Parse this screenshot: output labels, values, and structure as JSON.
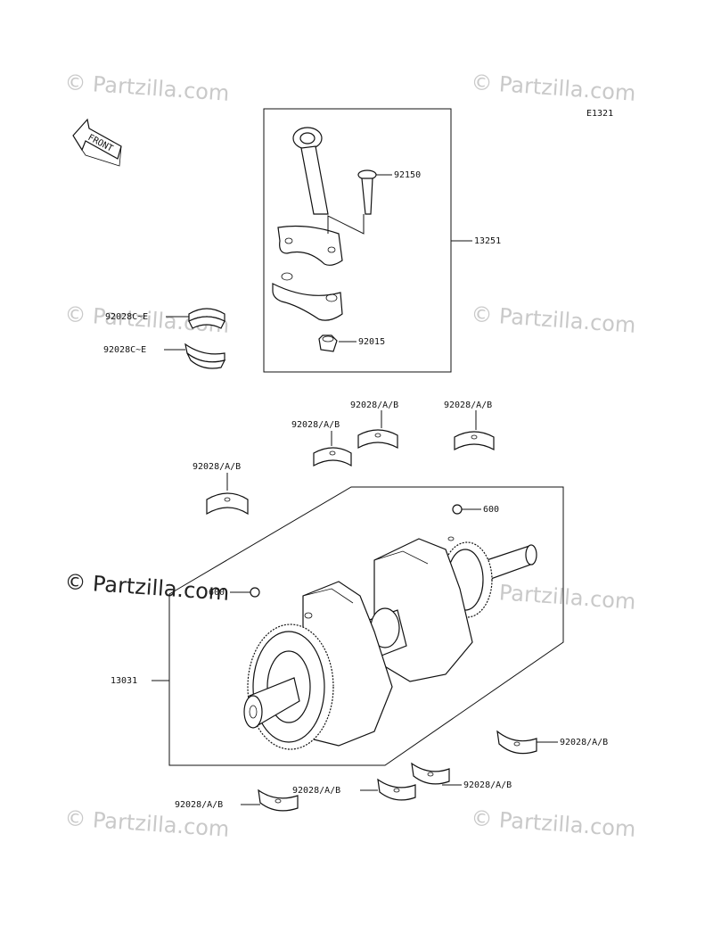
{
  "watermark": "© Partzilla.com",
  "diagram_code": "E1321",
  "front_label": "FRONT",
  "labels": {
    "rod_bolt": "92150",
    "rod_assy": "13251",
    "rod_nut": "92015",
    "rod_bearing_1": "92028C~E",
    "rod_bearing_2": "92028C~E",
    "main_bearing_1": "92028/A/B",
    "main_bearing_2": "92028/A/B",
    "main_bearing_3": "92028/A/B",
    "main_bearing_4": "92028/A/B",
    "main_bearing_5": "92028/A/B",
    "main_bearing_6": "92028/A/B",
    "main_bearing_7": "92028/A/B",
    "main_bearing_8": "92028/A/B",
    "oil_1": "600",
    "oil_2": "600",
    "crankshaft": "13031"
  }
}
